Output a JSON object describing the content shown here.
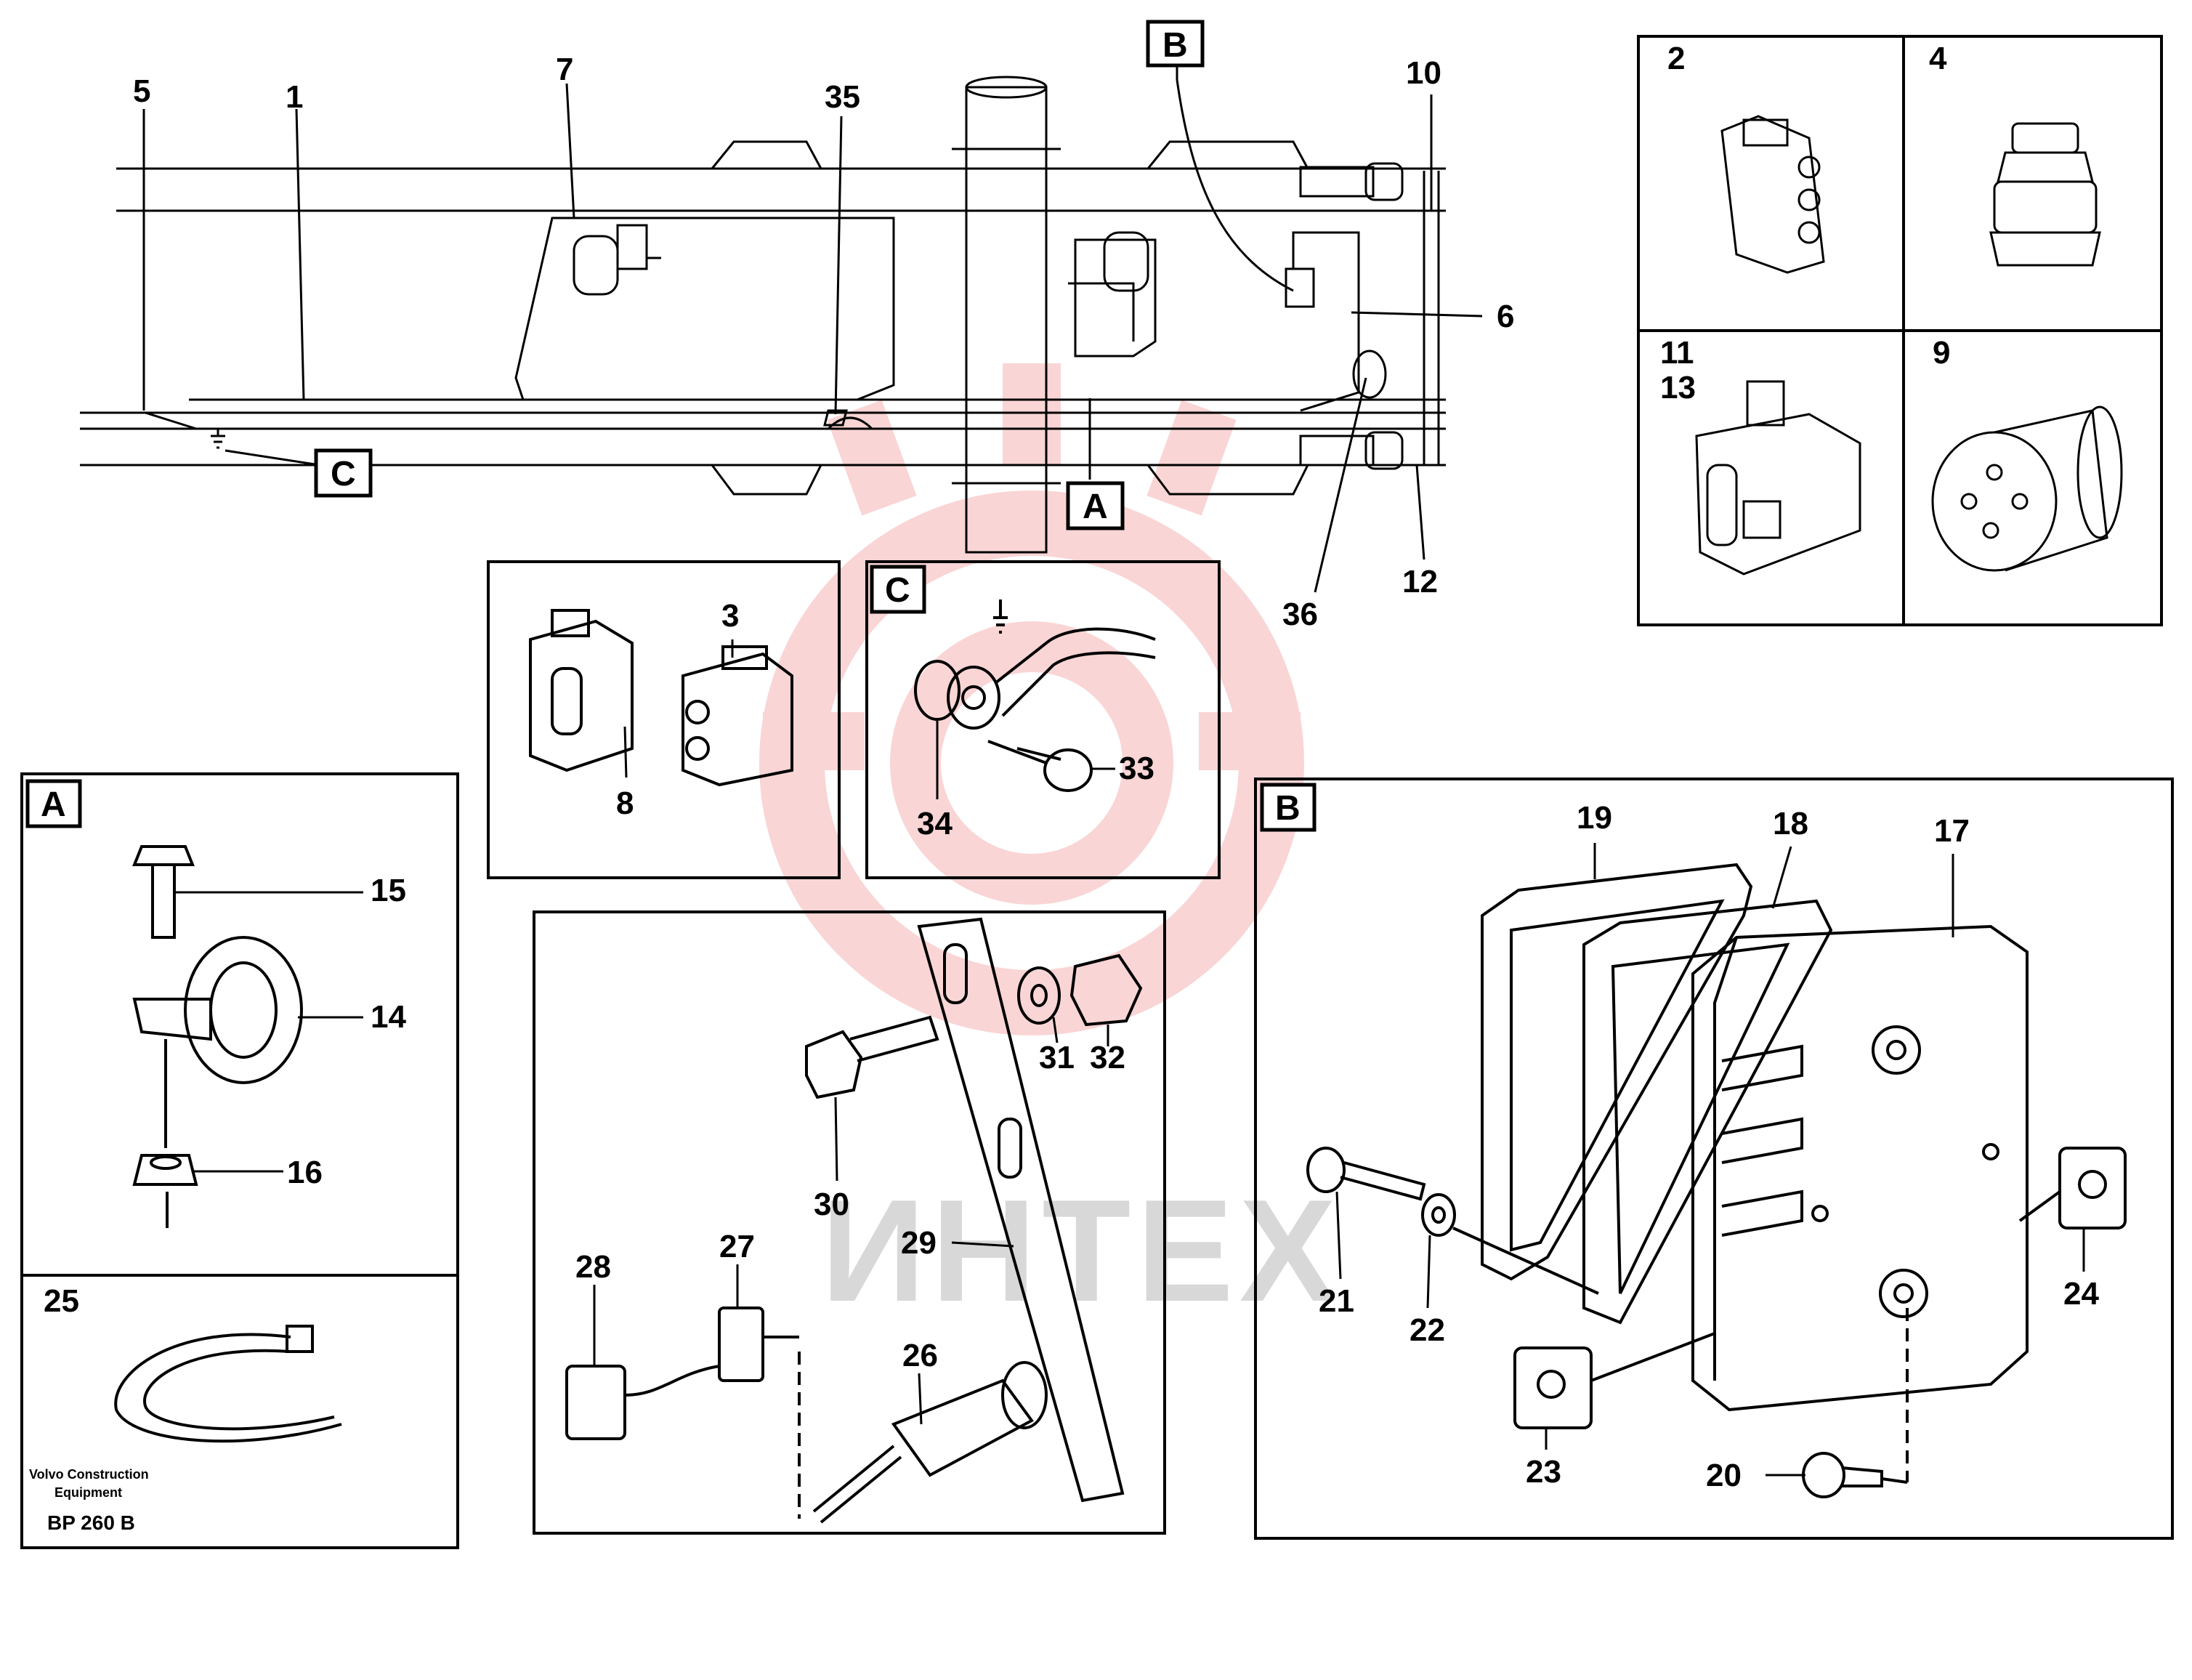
{
  "callouts": {
    "c1": "1",
    "c2": "2",
    "c3": "3",
    "c4": "4",
    "c5": "5",
    "c6": "6",
    "c7": "7",
    "c8": "8",
    "c9": "9",
    "c10": "10",
    "c11": "11",
    "c12": "12",
    "c13": "13",
    "c14": "14",
    "c15": "15",
    "c16": "16",
    "c17": "17",
    "c18": "18",
    "c19": "19",
    "c20": "20",
    "c21": "21",
    "c22": "22",
    "c23": "23",
    "c24": "24",
    "c25": "25",
    "c26": "26",
    "c27": "27",
    "c28": "28",
    "c29": "29",
    "c30": "30",
    "c31": "31",
    "c32": "32",
    "c33": "33",
    "c34": "34",
    "c35": "35",
    "c36": "36"
  },
  "detail_refs": {
    "a": "A",
    "b": "B",
    "c": "C"
  },
  "footer": {
    "maker_line1": "Volvo Construction",
    "maker_line2": "Equipment",
    "code": "BP 260 B"
  },
  "watermark": {
    "text": "ИНТЕХ",
    "color": "#e8323c"
  },
  "colors": {
    "line": "#000000",
    "watermark_red": "#f6b3b3",
    "watermark_grey": "#d8d8d8"
  }
}
